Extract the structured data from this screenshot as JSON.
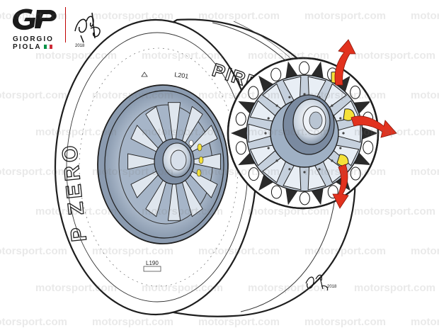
{
  "branding": {
    "logo_line1": "GIORGIO",
    "logo_line2": "PIOLA",
    "flag_colors": [
      "#009246",
      "#ffffff",
      "#ce2b37"
    ]
  },
  "watermark": {
    "text": "motorsport.com"
  },
  "tire": {
    "sidewall_brand": "PIRELLI",
    "sidewall_brand_visible_top": "PIRE",
    "sidewall_brand_visible_side": "P ZERO",
    "marking_top": "L201",
    "marking_bottom": "L190"
  },
  "colors": {
    "outline": "#1e1e1e",
    "rim_blue": "#a9b9cc",
    "rim_shade": "#6e7f95",
    "yellow_vent": "#f5e23a",
    "airflow_red": "#e2321e",
    "logo_red": "#c00000"
  }
}
